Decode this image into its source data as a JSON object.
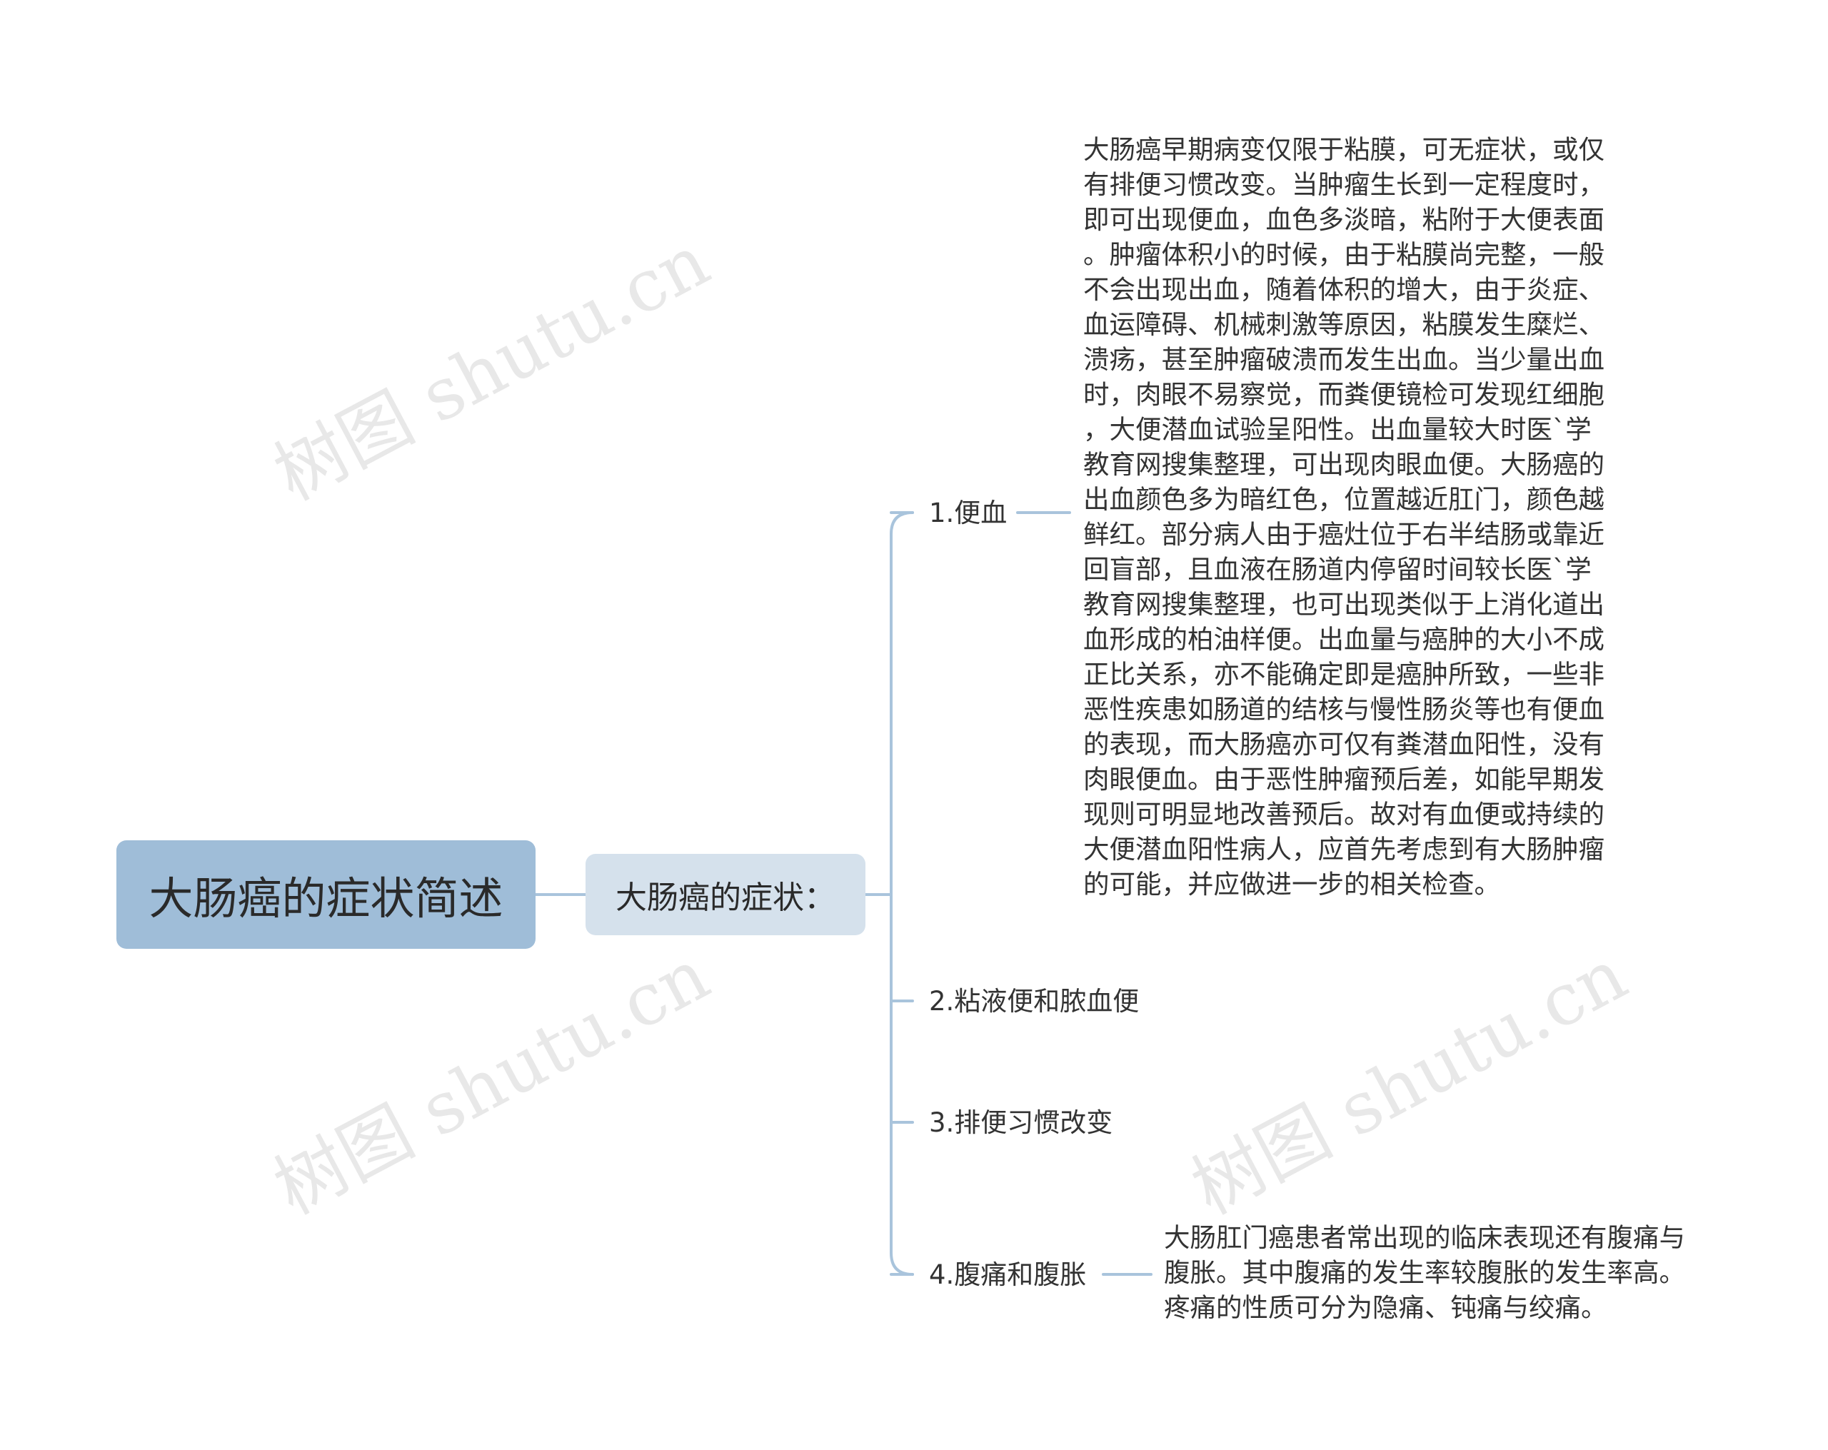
{
  "mindmap": {
    "root": "大肠癌的症状简述",
    "subtopic": "大肠癌的症状：",
    "branches": [
      {
        "label": "1.便血",
        "description": "大肠癌早期病变仅限于粘膜，可无症状，或仅\n有排便习惯改变。当肿瘤生长到一定程度时，\n即可出现便血，血色多淡暗，粘附于大便表面\n。肿瘤体积小的时候，由于粘膜尚完整，一般\n不会出现出血，随着体积的增大，由于炎症、\n血运障碍、机械刺激等原因，粘膜发生糜烂、\n溃疡，甚至肿瘤破溃而发生出血。当少量出血\n时，肉眼不易察觉，而粪便镜检可发现红细胞\n，大便潜血试验呈阳性。出血量较大时医`学\n教育网搜集整理，可出现肉眼血便。大肠癌的\n出血颜色多为暗红色，位置越近肛门，颜色越\n鲜红。部分病人由于癌灶位于右半结肠或靠近\n回盲部，且血液在肠道内停留时间较长医`学\n教育网搜集整理，也可出现类似于上消化道出\n血形成的柏油样便。出血量与癌肿的大小不成\n正比关系，亦不能确定即是癌肿所致，一些非\n恶性疾患如肠道的结核与慢性肠炎等也有便血\n的表现，而大肠癌亦可仅有粪潜血阳性，没有\n肉眼便血。由于恶性肿瘤预后差，如能早期发\n现则可明显地改善预后。故对有血便或持续的\n大便潜血阳性病人，应首先考虑到有大肠肿瘤\n的可能，并应做进一步的相关检查。"
      },
      {
        "label": "2.粘液便和脓血便"
      },
      {
        "label": "3.排便习惯改变"
      },
      {
        "label": "4.腹痛和腹胀",
        "description": "大肠肛门癌患者常出现的临床表现还有腹痛与\n腹胀。其中腹痛的发生率较腹胀的发生率高。\n疼痛的性质可分为隐痛、钝痛与绞痛。"
      }
    ],
    "watermark": "树图 shutu.cn"
  },
  "colors": {
    "root_fill": "#9fbdd8",
    "subtopic_fill": "#d5e1ec",
    "connector": "#9fbdd8",
    "text": "#333333"
  }
}
